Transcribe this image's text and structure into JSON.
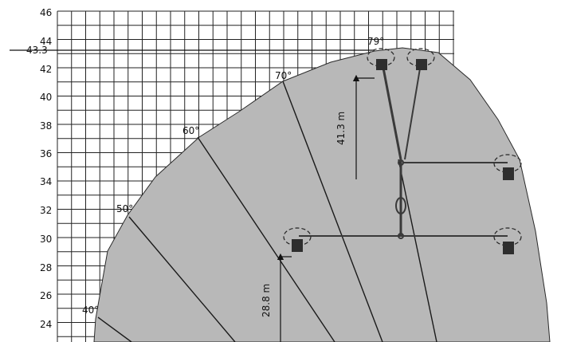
{
  "axis": {
    "y_ticks": [
      "46",
      "44",
      "42",
      "40",
      "38",
      "36",
      "34",
      "32",
      "30",
      "28",
      "26",
      "24"
    ],
    "max_height_label": "43.3"
  },
  "angles": [
    "79°",
    "70°",
    "60°",
    "50°",
    "40°"
  ],
  "dimensions": {
    "upper_height": "41.3 m",
    "lower_height": "28.8 m"
  },
  "colors": {
    "envelope_fill": "#b8b8b8",
    "grid": "#222222",
    "boom": "#3a3a3a"
  }
}
